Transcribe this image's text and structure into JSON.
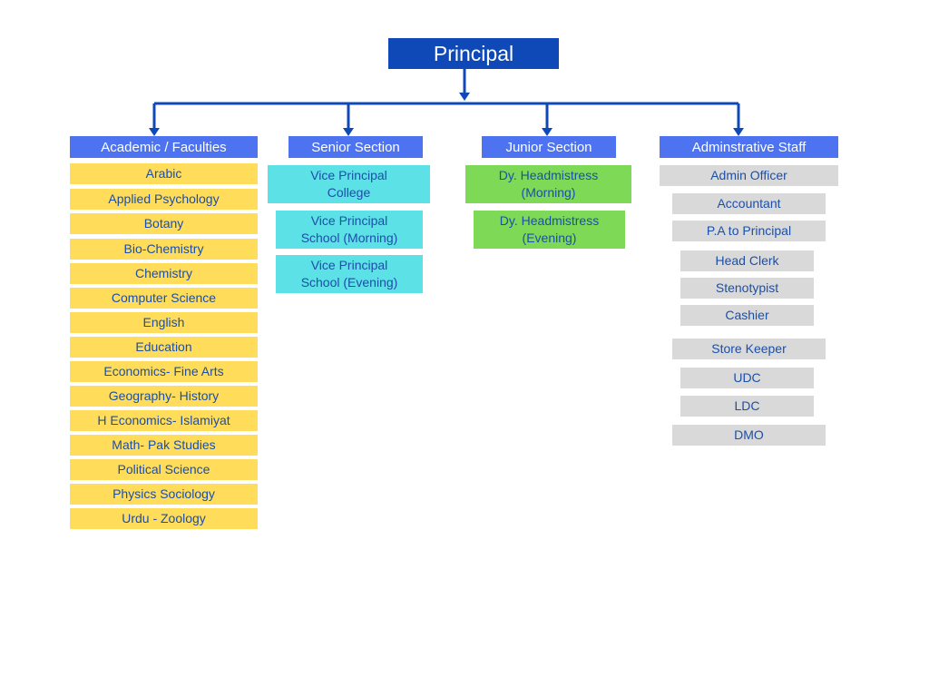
{
  "principal": "Principal",
  "columns": {
    "academic": {
      "header": "Academic / Faculties",
      "items": [
        "Arabic",
        "Applied Psychology",
        "Botany",
        "Bio-Chemistry",
        "Chemistry",
        "Computer Science",
        "English",
        "Education",
        "Economics- Fine Arts",
        "Geography- History",
        "H Economics- Islamiyat",
        "Math- Pak Studies",
        "Political Science",
        "Physics Sociology",
        "Urdu - Zoology"
      ]
    },
    "senior": {
      "header": "Senior Section",
      "items": [
        "Vice Principal\nCollege",
        "Vice Principal\nSchool (Morning)",
        "Vice Principal\nSchool (Evening)"
      ]
    },
    "junior": {
      "header": "Junior Section",
      "items": [
        "Dy. Headmistress\n(Morning)",
        "Dy. Headmistress\n(Evening)"
      ]
    },
    "admin": {
      "header": "Adminstrative Staff",
      "items": [
        "Admin Officer",
        "Accountant",
        "P.A to Principal",
        "Head Clerk",
        "Stenotypist",
        "Cashier",
        "Store Keeper",
        "UDC",
        "LDC",
        "DMO"
      ]
    }
  },
  "colors": {
    "principal": "#0f49b8",
    "header": "#4d73f0",
    "connector": "#0f49b8",
    "faculty": "#ffdc5a",
    "senior": "#5ce1e6",
    "junior": "#7ed957",
    "admin": "#d9d9d9",
    "text": "#1c4fa8"
  }
}
